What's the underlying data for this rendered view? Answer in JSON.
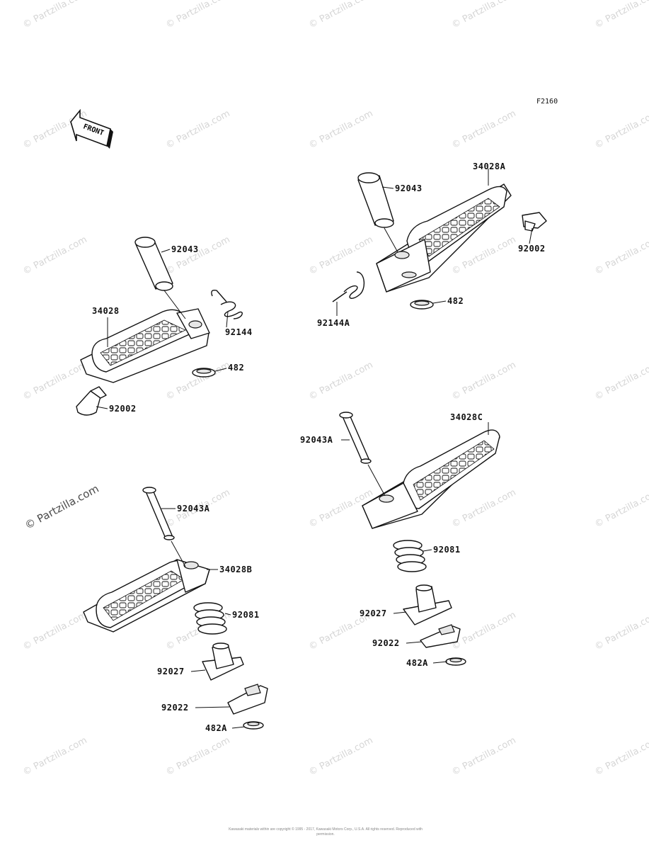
{
  "figure_id": "F2160",
  "front_arrow_label": "FRONT",
  "watermark_text": "© Partzilla.com",
  "copyright_text": "Kawasaki materials within are copyright © 1995 - 2017, Kawasaki Motors Corp., U.S.A. All rights reserved. Reproduced with permission.",
  "callouts": {
    "c1": "34028",
    "c2": "92043",
    "c3": "92144",
    "c4": "482",
    "c5": "92002",
    "c6": "34028A",
    "c7": "92043",
    "c8": "92002",
    "c9": "92144A",
    "c10": "482",
    "c11": "92043A",
    "c12": "34028B",
    "c13": "92081",
    "c14": "92027",
    "c15": "92022",
    "c16": "482A",
    "c17": "34028C",
    "c18": "92043A",
    "c19": "92081",
    "c20": "92027",
    "c21": "92022",
    "c22": "482A"
  }
}
